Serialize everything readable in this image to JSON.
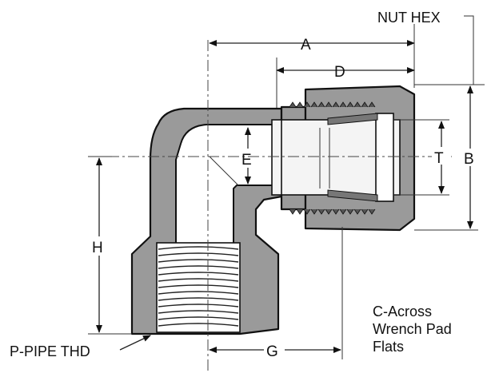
{
  "labels": {
    "a": "A",
    "b": "B",
    "d": "D",
    "e": "E",
    "t": "T",
    "h": "H",
    "g": "G",
    "nut_hex": "NUT HEX",
    "pipe_thread": "P-PIPE THD",
    "wrench_line1": "C-Across",
    "wrench_line2": "Wrench Pad",
    "wrench_line3": "Flats"
  },
  "colors": {
    "body": "#9a9a9a",
    "outline": "#111111",
    "background": "#ffffff"
  }
}
